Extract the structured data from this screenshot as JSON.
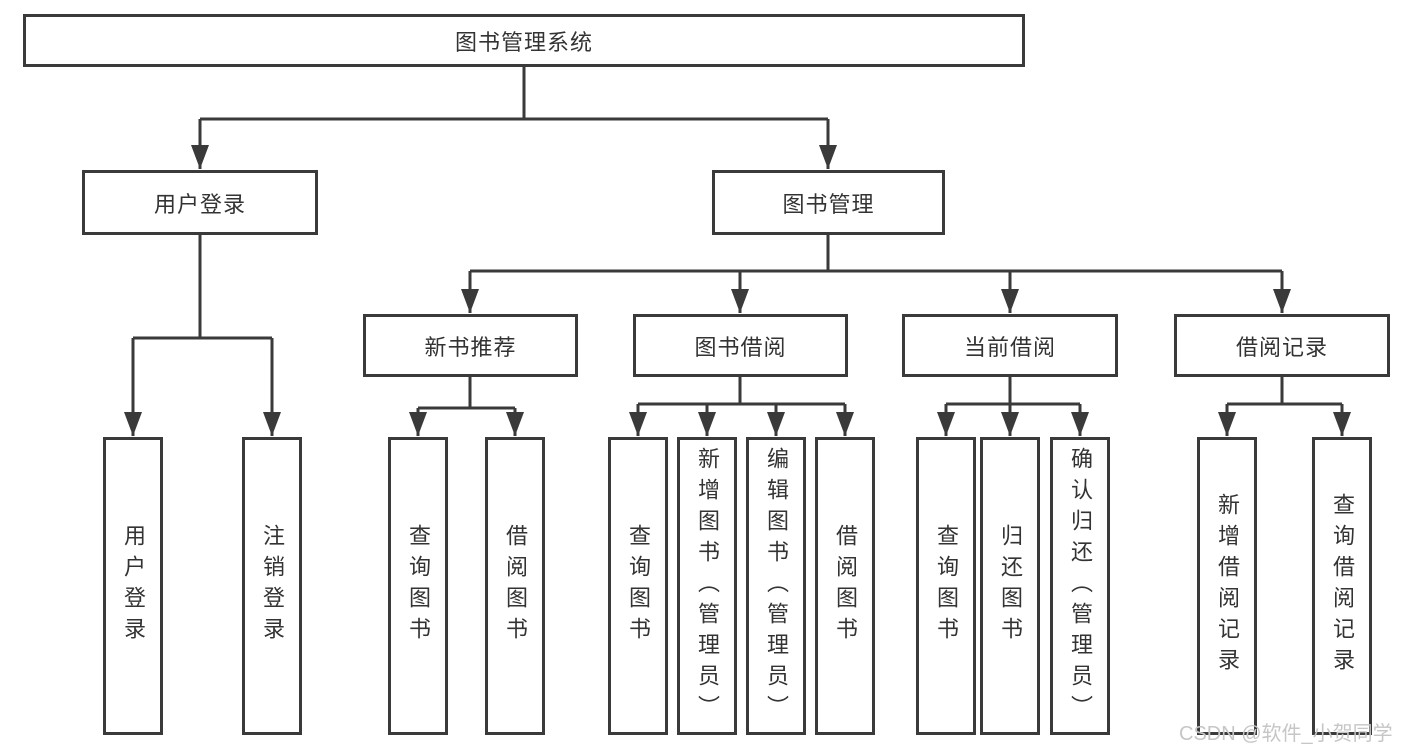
{
  "tree": {
    "root": {
      "label": "图书管理系统"
    },
    "level2": [
      {
        "label": "用户登录"
      },
      {
        "label": "图书管理"
      }
    ],
    "level3": [
      {
        "label": "新书推荐"
      },
      {
        "label": "图书借阅"
      },
      {
        "label": "当前借阅"
      },
      {
        "label": "借阅记录"
      }
    ],
    "leaves": [
      {
        "label": "用户登录"
      },
      {
        "label": "注销登录"
      },
      {
        "label": "查询图书"
      },
      {
        "label": "借阅图书"
      },
      {
        "label": "查询图书"
      },
      {
        "label": "新增图书（管理员）"
      },
      {
        "label": "编辑图书（管理员）"
      },
      {
        "label": "借阅图书"
      },
      {
        "label": "查询图书"
      },
      {
        "label": "归还图书"
      },
      {
        "label": "确认归还（管理员）"
      },
      {
        "label": "新增借阅记录"
      },
      {
        "label": "查询借阅记录"
      }
    ]
  },
  "watermark": "CSDN @软件_小贺同学",
  "colors": {
    "line": "#3a3a3a",
    "text": "#333333",
    "watermark": "#c6c6c6",
    "background": "#ffffff"
  }
}
